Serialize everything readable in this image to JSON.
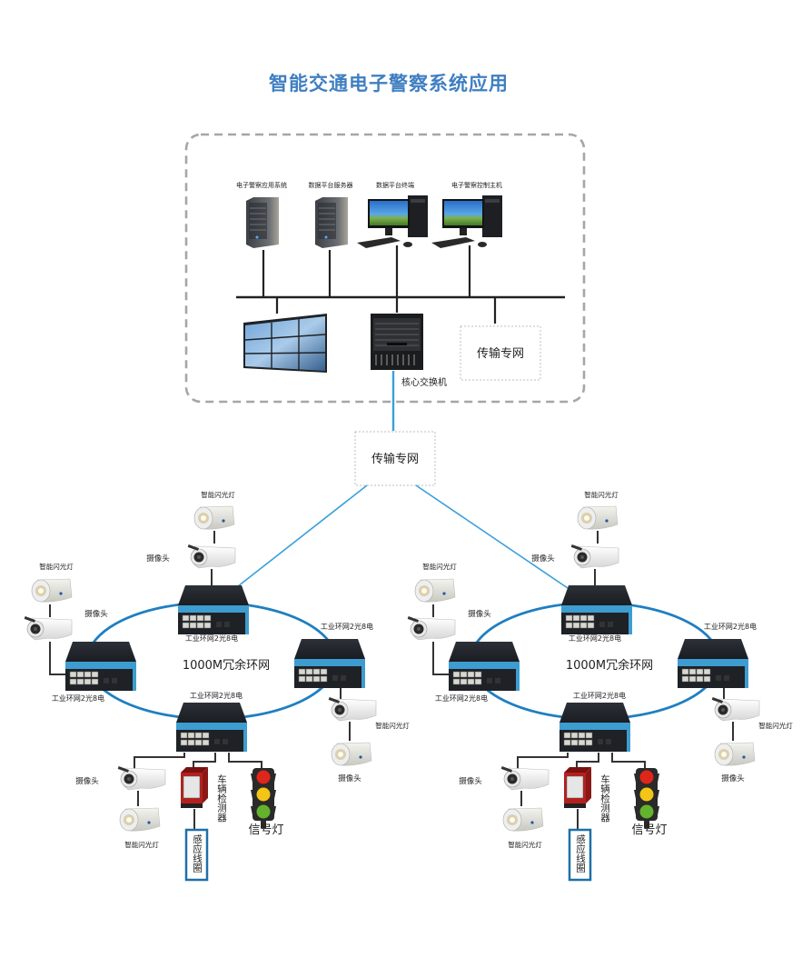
{
  "title": "智能交通电子警察系统应用",
  "colors": {
    "title": "#3f7fc1",
    "ring": "#1f7fc0",
    "uplink": "#3aa0dc",
    "dash_border": "#a6a6a6",
    "bus": "#222222",
    "coil_border": "#1f6fa8"
  },
  "control_center": {
    "devices": [
      {
        "label": "电子警察应用系统",
        "type": "tower-server"
      },
      {
        "label": "数据平台服务器",
        "type": "tower-server"
      },
      {
        "label": "数据平台终端",
        "type": "desktop-pc"
      },
      {
        "label": "电子警察控制主机",
        "type": "desktop-pc"
      }
    ],
    "video_wall": {
      "type": "video-wall"
    },
    "core_switch": {
      "label": "核心交换机"
    },
    "transport_box": {
      "label": "传输专网"
    }
  },
  "transport_network": {
    "label": "传输专网"
  },
  "rings": [
    {
      "ring_label": "1000M冗余环网",
      "switch_label": "工业环网2光8电",
      "camera_label": "摄像头",
      "flash_label": "智能闪光灯",
      "detector_label": "车辆检测器",
      "coil_label": "感应线圈",
      "signal_label": "信号灯"
    },
    {
      "ring_label": "1000M冗余环网",
      "switch_label": "工业环网2光8电",
      "camera_label": "摄像头",
      "flash_label": "智能闪光灯",
      "detector_label": "车辆检测器",
      "coil_label": "感应线圈",
      "signal_label": "信号灯"
    }
  ]
}
